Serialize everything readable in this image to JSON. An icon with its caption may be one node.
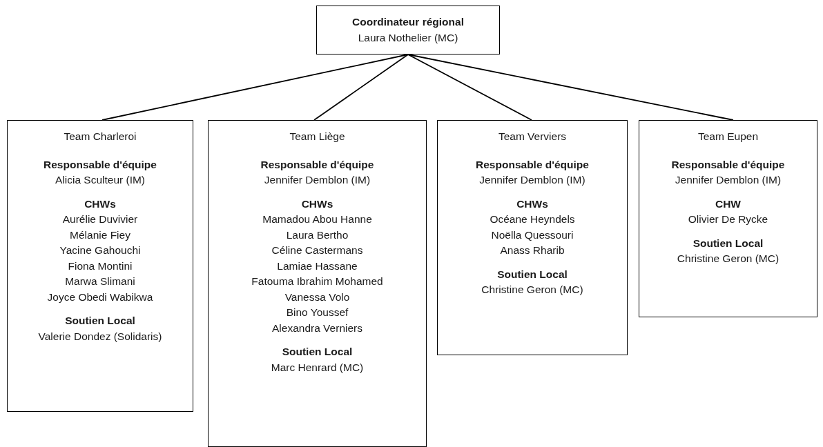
{
  "diagram": {
    "nodes": [
      {
        "text": [
          "Coordinateur régional",
          "Laura Nothelier (MC)"
        ]
      },
      {
        "text": [
          "Team Charleroi",
          "Responsable d'équipe",
          "Alicia Sculteur (IM)",
          "CHWs",
          "Aurélie Duvivier",
          "Mélanie Fiey",
          "Yacine Gahouchi",
          "Fiona Montini",
          "Marwa Slimani",
          "Joyce Obedi Wabikwa",
          "Soutien Local",
          "Valerie Dondez (Solidaris)"
        ]
      },
      {
        "text": [
          "Team Liège",
          "Responsable d'équipe",
          "Jennifer Demblon (IM)",
          "CHWs",
          "Mamadou Abou Hanne",
          "Laura Bertho",
          "Céline Castermans",
          "Lamiae Hassane",
          "Fatouma Ibrahim Mohamed",
          "Vanessa Volo",
          "Bino Youssef",
          "Alexandra Verniers",
          "Soutien Local",
          "Marc Henrard (MC)"
        ]
      },
      {
        "text": [
          "Team Verviers",
          "Responsable d'équipe",
          "Jennifer Demblon (IM)",
          "CHWs",
          "Océane Heyndels",
          "Noëlla Quessouri",
          "Anass Rharib",
          "Soutien Local",
          "Christine Geron (MC)"
        ]
      },
      {
        "text": [
          "Team Eupen",
          "Responsable d'équipe",
          "Jennifer Demblon (IM)",
          "CHW",
          "Olivier De Rycke",
          "Soutien Local",
          "Christine Geron (MC)"
        ]
      }
    ],
    "edges": [
      {
        "from": 0,
        "to": 1,
        "arrow": "none"
      },
      {
        "from": 0,
        "to": 2,
        "arrow": "none"
      },
      {
        "from": 0,
        "to": 3,
        "arrow": "none"
      },
      {
        "from": 0,
        "to": 4,
        "arrow": "none"
      }
    ]
  }
}
